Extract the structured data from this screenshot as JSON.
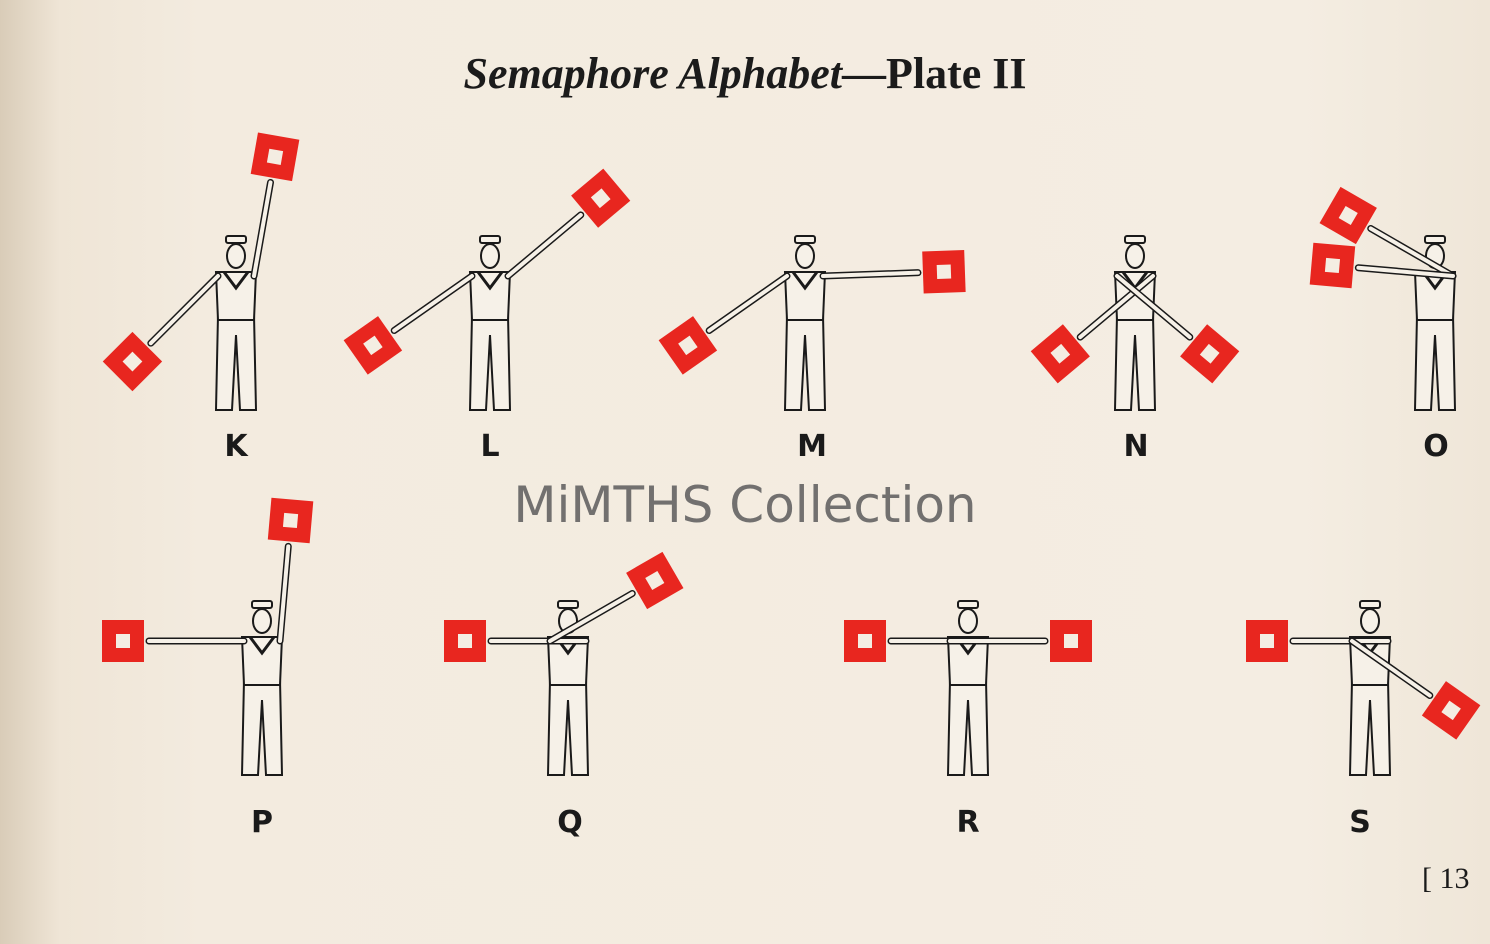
{
  "title": {
    "italic": "Semaphore Alphabet",
    "dash": "—",
    "plate": "Plate II"
  },
  "letters": [
    "K",
    "L",
    "M",
    "N",
    "O",
    "P",
    "Q",
    "R",
    "S"
  ],
  "watermark": "MiMTHS Collection",
  "page_number": "[ 13",
  "colors": {
    "flag": "#e8261f",
    "paper": "#f4ede2",
    "ink": "#1a1a1a"
  }
}
